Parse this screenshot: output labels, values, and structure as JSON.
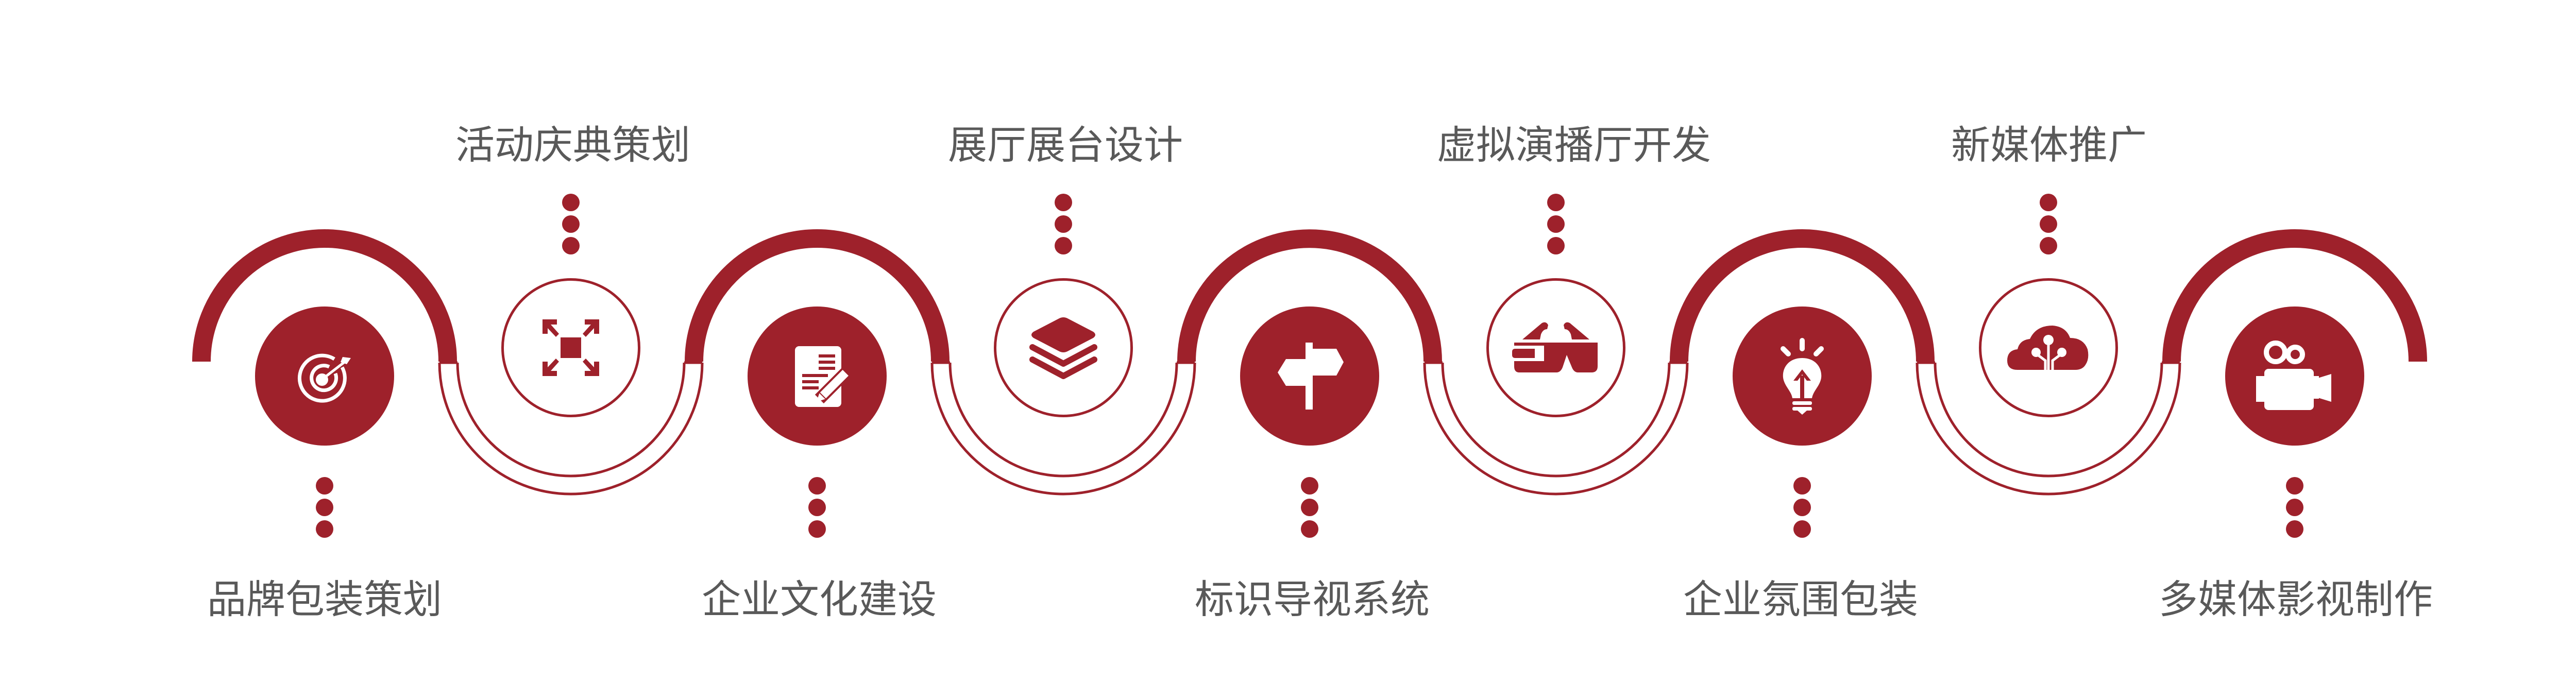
{
  "colors": {
    "accent": "#9E212B",
    "text": "#595959",
    "background": "#FFFFFF"
  },
  "items": [
    {
      "label": "品牌包装策划",
      "icon": "target-arrow-icon",
      "style": "filled",
      "label_position": "bottom"
    },
    {
      "label": "活动庆典策划",
      "icon": "expand-arrows-icon",
      "style": "outline",
      "label_position": "top"
    },
    {
      "label": "企业文化建设",
      "icon": "document-pen-icon",
      "style": "filled",
      "label_position": "bottom"
    },
    {
      "label": "展厅展台设计",
      "icon": "layers-icon",
      "style": "outline",
      "label_position": "top"
    },
    {
      "label": "标识导视系统",
      "icon": "signpost-icon",
      "style": "filled",
      "label_position": "bottom"
    },
    {
      "label": "虚拟演播厅开发",
      "icon": "vr-glasses-icon",
      "style": "outline",
      "label_position": "top"
    },
    {
      "label": "企业氛围包装",
      "icon": "lightbulb-arrow-icon",
      "style": "filled",
      "label_position": "bottom"
    },
    {
      "label": "新媒体推广",
      "icon": "cloud-network-icon",
      "style": "outline",
      "label_position": "top"
    },
    {
      "label": "多媒体影视制作",
      "icon": "video-camera-icon",
      "style": "filled",
      "label_position": "bottom"
    }
  ]
}
